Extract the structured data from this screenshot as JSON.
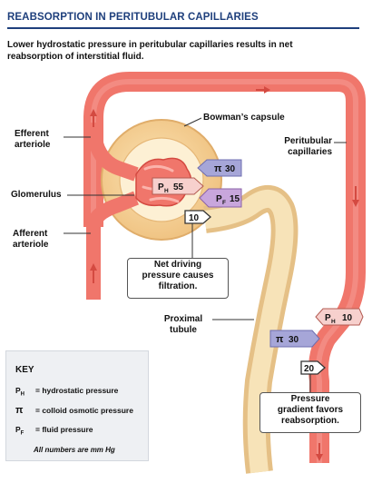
{
  "title": "REABSORPTION IN PERITUBULAR CAPILLARIES",
  "subtitle": "Lower hydrostatic pressure in peritubular capillaries results in net reabsorption of interstitial fluid.",
  "labels": {
    "efferent": "Efferent\narteriole",
    "bowmans": "Bowman’s capsule",
    "peritubular": "Peritubular\ncapillaries",
    "glomerulus": "Glomerulus",
    "afferent": "Afferent\narteriole",
    "proximal": "Proximal\ntubule"
  },
  "filtration": {
    "ph": "55",
    "pi": "30",
    "pf": "15",
    "net": "10",
    "note": "Net driving\npressure causes\nfiltration."
  },
  "reabsorption": {
    "ph": "10",
    "pi": "30",
    "net": "20",
    "note": "Pressure\ngradient favors\nreabsorption."
  },
  "key": {
    "title": "KEY",
    "rows": [
      {
        "symbol": "PH",
        "text": "= hydrostatic pressure"
      },
      {
        "symbol": "π",
        "text": "= colloid osmotic pressure"
      },
      {
        "symbol": "PF",
        "text": "= fluid pressure"
      }
    ],
    "units": "All numbers are mm Hg"
  },
  "colors": {
    "blood": "#f0766b",
    "blood_dark": "#d44a41",
    "capsule": "#f4cc8e",
    "tubule": "#f3dba8",
    "osmotic": "#a6a6d8",
    "fluid": "#c8a6dc",
    "title": "#1e3f7c"
  }
}
